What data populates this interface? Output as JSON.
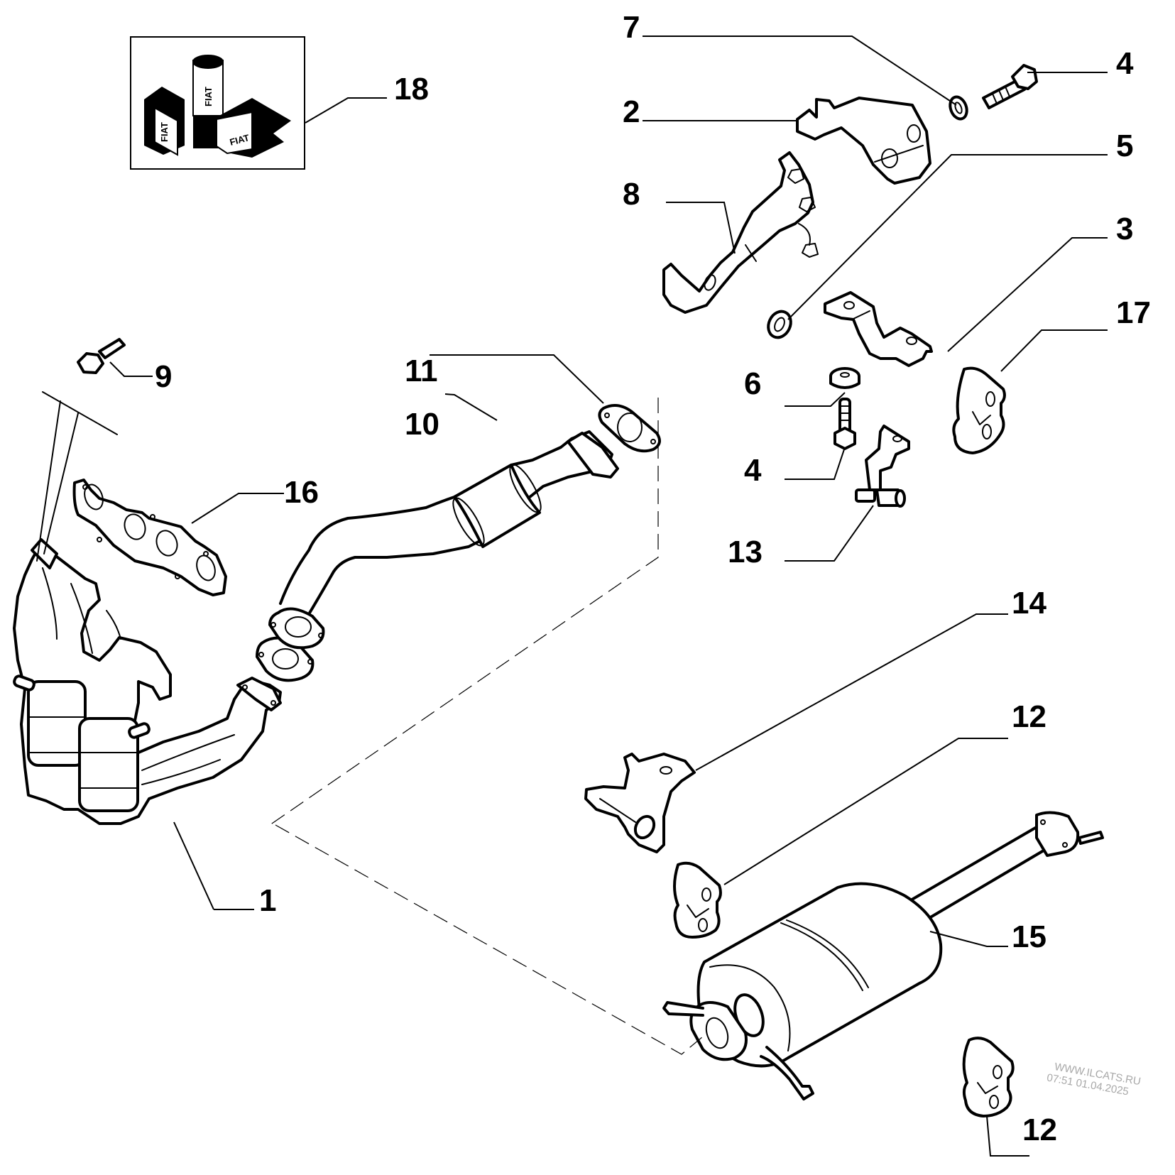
{
  "diagram": {
    "title": "Exhaust system parts diagram",
    "kit_logo_text": "FIAT",
    "callouts": [
      {
        "id": "c1",
        "label": "1",
        "part": "exhaust-manifold-with-catalytic-converters"
      },
      {
        "id": "c2",
        "label": "2",
        "part": "upper-bracket"
      },
      {
        "id": "c3",
        "label": "3",
        "part": "lower-bracket"
      },
      {
        "id": "c4a",
        "label": "4",
        "part": "bolt"
      },
      {
        "id": "c4b",
        "label": "4",
        "part": "bolt"
      },
      {
        "id": "c5",
        "label": "5",
        "part": "washer"
      },
      {
        "id": "c6",
        "label": "6",
        "part": "spacer-bushing"
      },
      {
        "id": "c7",
        "label": "7",
        "part": "washer"
      },
      {
        "id": "c8",
        "label": "8",
        "part": "support-bracket"
      },
      {
        "id": "c9",
        "label": "9",
        "part": "flange-bolt"
      },
      {
        "id": "c10",
        "label": "10",
        "part": "front-pipe"
      },
      {
        "id": "c11",
        "label": "11",
        "part": "gasket"
      },
      {
        "id": "c12a",
        "label": "12",
        "part": "rubber-hanger"
      },
      {
        "id": "c12b",
        "label": "12",
        "part": "rubber-hanger"
      },
      {
        "id": "c13",
        "label": "13",
        "part": "hanger-bracket"
      },
      {
        "id": "c14",
        "label": "14",
        "part": "muffler-bracket"
      },
      {
        "id": "c15",
        "label": "15",
        "part": "rear-muffler"
      },
      {
        "id": "c16",
        "label": "16",
        "part": "manifold-gasket"
      },
      {
        "id": "c17",
        "label": "17",
        "part": "rubber-hanger"
      },
      {
        "id": "c18",
        "label": "18",
        "part": "gasket-kit"
      }
    ]
  },
  "watermark": {
    "line1": "WWW.ILCATS.RU",
    "line2": "07:51 01.04.2025"
  },
  "colors": {
    "line": "#000000",
    "background": "#ffffff",
    "watermark": "#a8a8a8"
  }
}
